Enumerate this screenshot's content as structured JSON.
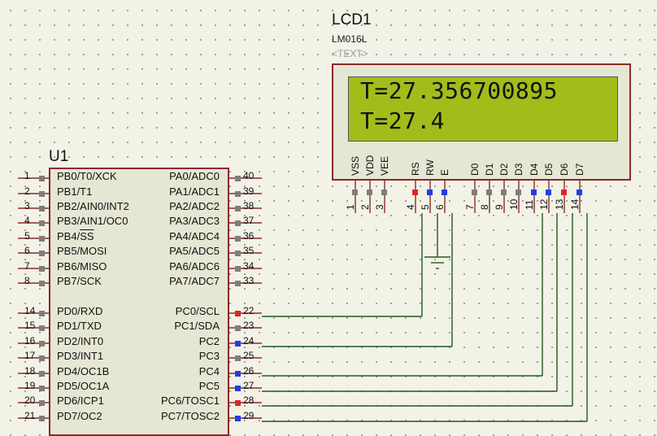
{
  "lcd": {
    "ref": "LCD1",
    "model": "LM016L",
    "text_placeholder": "<TEXT>",
    "line1": "T=27.356700895",
    "line2": "T=27.4",
    "pins": [
      {
        "name": "VSS",
        "num": "1",
        "state": "gray"
      },
      {
        "name": "VDD",
        "num": "2",
        "state": "gray"
      },
      {
        "name": "VEE",
        "num": "3",
        "state": "gray"
      },
      {
        "name": "RS",
        "num": "4",
        "state": "red"
      },
      {
        "name": "RW",
        "num": "5",
        "state": "blue"
      },
      {
        "name": "E",
        "num": "6",
        "state": "blue"
      },
      {
        "name": "D0",
        "num": "7",
        "state": "gray"
      },
      {
        "name": "D1",
        "num": "8",
        "state": "gray"
      },
      {
        "name": "D2",
        "num": "9",
        "state": "gray"
      },
      {
        "name": "D3",
        "num": "10",
        "state": "gray"
      },
      {
        "name": "D4",
        "num": "11",
        "state": "blue"
      },
      {
        "name": "D5",
        "num": "12",
        "state": "blue"
      },
      {
        "name": "D6",
        "num": "13",
        "state": "red"
      },
      {
        "name": "D7",
        "num": "14",
        "state": "blue"
      }
    ]
  },
  "u1": {
    "ref": "U1",
    "left_pins": [
      {
        "num": "1",
        "name": "PB0/T0/XCK"
      },
      {
        "num": "2",
        "name": "PB1/T1"
      },
      {
        "num": "3",
        "name": "PB2/AIN0/INT2"
      },
      {
        "num": "4",
        "name": "PB3/AIN1/OC0"
      },
      {
        "num": "5",
        "name": "PB4/SS"
      },
      {
        "num": "6",
        "name": "PB5/MOSI"
      },
      {
        "num": "7",
        "name": "PB6/MISO"
      },
      {
        "num": "8",
        "name": "PB7/SCK"
      },
      {
        "num": "14",
        "name": "PD0/RXD"
      },
      {
        "num": "15",
        "name": "PD1/TXD"
      },
      {
        "num": "16",
        "name": "PD2/INT0"
      },
      {
        "num": "17",
        "name": "PD3/INT1"
      },
      {
        "num": "18",
        "name": "PD4/OC1B"
      },
      {
        "num": "19",
        "name": "PD5/OC1A"
      },
      {
        "num": "20",
        "name": "PD6/ICP1"
      },
      {
        "num": "21",
        "name": "PD7/OC2"
      }
    ],
    "right_pins": [
      {
        "num": "40",
        "name": "PA0/ADC0",
        "state": "gray"
      },
      {
        "num": "39",
        "name": "PA1/ADC1",
        "state": "gray"
      },
      {
        "num": "38",
        "name": "PA2/ADC2",
        "state": "gray"
      },
      {
        "num": "37",
        "name": "PA3/ADC3",
        "state": "gray"
      },
      {
        "num": "36",
        "name": "PA4/ADC4",
        "state": "gray"
      },
      {
        "num": "35",
        "name": "PA5/ADC5",
        "state": "gray"
      },
      {
        "num": "34",
        "name": "PA6/ADC6",
        "state": "gray"
      },
      {
        "num": "33",
        "name": "PA7/ADC7",
        "state": "gray"
      },
      {
        "num": "22",
        "name": "PC0/SCL",
        "state": "red"
      },
      {
        "num": "23",
        "name": "PC1/SDA",
        "state": "gray"
      },
      {
        "num": "24",
        "name": "PC2",
        "state": "blue"
      },
      {
        "num": "25",
        "name": "PC3",
        "state": "gray"
      },
      {
        "num": "26",
        "name": "PC4",
        "state": "blue"
      },
      {
        "num": "27",
        "name": "PC5",
        "state": "blue"
      },
      {
        "num": "28",
        "name": "PC6/TOSC1",
        "state": "red"
      },
      {
        "num": "29",
        "name": "PC7/TOSC2",
        "state": "blue"
      }
    ]
  }
}
